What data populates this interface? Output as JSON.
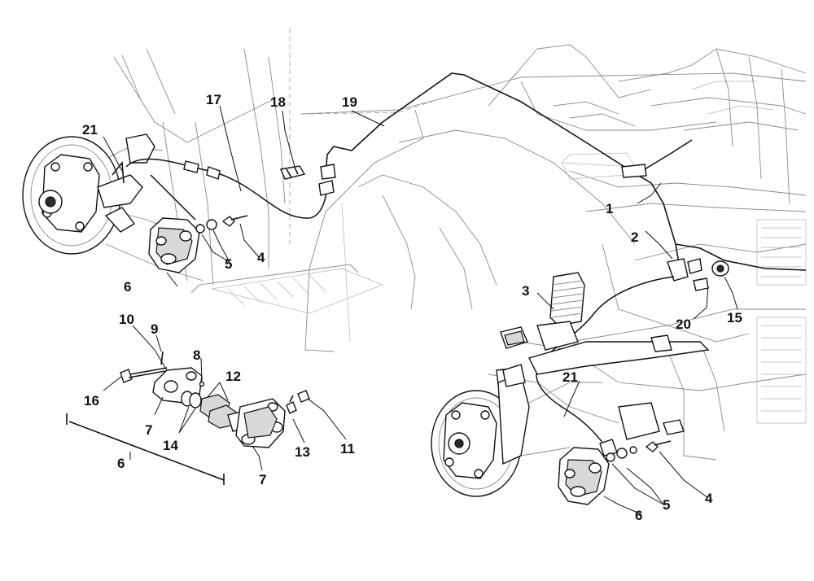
{
  "callouts": [
    {
      "id": "c1",
      "text": "1"
    },
    {
      "id": "c2",
      "text": "2"
    },
    {
      "id": "c3",
      "text": "3"
    },
    {
      "id": "c4a",
      "text": "4"
    },
    {
      "id": "c4b",
      "text": "4"
    },
    {
      "id": "c5a",
      "text": "5"
    },
    {
      "id": "c5b",
      "text": "5"
    },
    {
      "id": "c6a",
      "text": "6"
    },
    {
      "id": "c6b",
      "text": "6"
    },
    {
      "id": "c6c",
      "text": "6"
    },
    {
      "id": "c7a",
      "text": "7"
    },
    {
      "id": "c7b",
      "text": "7"
    },
    {
      "id": "c8",
      "text": "8"
    },
    {
      "id": "c9",
      "text": "9"
    },
    {
      "id": "c10",
      "text": "10"
    },
    {
      "id": "c11",
      "text": "11"
    },
    {
      "id": "c12",
      "text": "12"
    },
    {
      "id": "c13",
      "text": "13"
    },
    {
      "id": "c14",
      "text": "14"
    },
    {
      "id": "c15",
      "text": "15"
    },
    {
      "id": "c16",
      "text": "16"
    },
    {
      "id": "c17",
      "text": "17"
    },
    {
      "id": "c18",
      "text": "18"
    },
    {
      "id": "c19",
      "text": "19"
    },
    {
      "id": "c20",
      "text": "20"
    },
    {
      "id": "c21a",
      "text": "21"
    },
    {
      "id": "c21b",
      "text": "21"
    }
  ]
}
